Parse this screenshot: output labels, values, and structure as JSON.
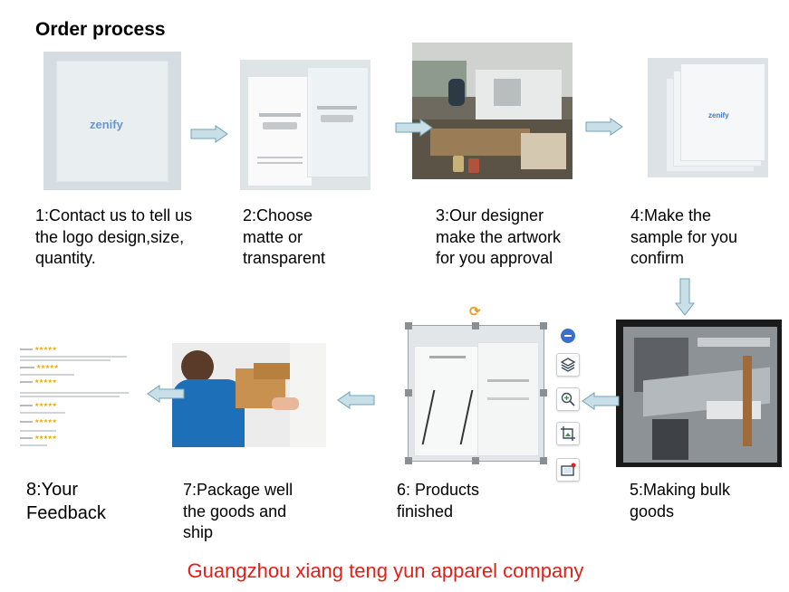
{
  "title": "Order process",
  "steps": [
    {
      "caption": "1:Contact us to tell us\nthe logo design,size,\nquantity."
    },
    {
      "caption": "2:Choose\nmatte or\ntransparent"
    },
    {
      "caption": "3:Our designer\nmake the artwork\nfor you approval"
    },
    {
      "caption": "4:Make the\nsample for you\nconfirm"
    },
    {
      "caption": "5:Making bulk\ngoods"
    },
    {
      "caption": "6: Products\nfinished"
    },
    {
      "caption": "7:Package well\nthe goods and\nship"
    },
    {
      "caption": "8:Your\nFeedback"
    }
  ],
  "bag_logo": "zenify",
  "footer": "Guangzhou xiang teng yun apparel company",
  "colors": {
    "footer_text": "#e0201b",
    "arrow_fill": "#c8dfe8",
    "arrow_stroke": "#6fa3b8",
    "rotate_handle": "#e6a11f",
    "toolbar_accent": "#3b6fc9"
  },
  "toolbar_icons": [
    "minus-circle-icon",
    "layers-icon",
    "zoom-in-icon",
    "crop-icon",
    "image-frame-icon"
  ]
}
